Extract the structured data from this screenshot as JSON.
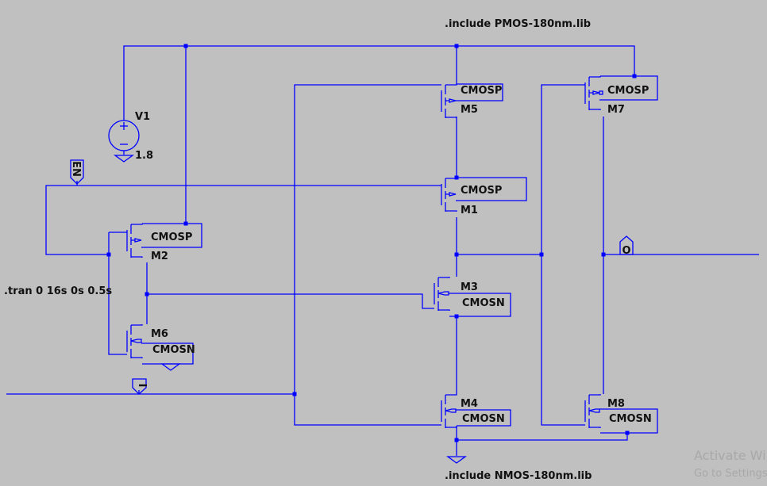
{
  "app": "LTspice schematic editor",
  "directives": {
    "pmos_include": ".include PMOS-180nm.lib",
    "nmos_include": ".include NMOS-180nm.lib",
    "tran": ".tran 0 16s 0s 0.5s"
  },
  "source": {
    "name": "V1",
    "value": "1.8"
  },
  "net_labels": {
    "enable": "EN",
    "input": "I",
    "output": "O"
  },
  "transistors": [
    {
      "name": "M1",
      "model": "CMOSP",
      "type": "pmos"
    },
    {
      "name": "M2",
      "model": "CMOSP",
      "type": "pmos"
    },
    {
      "name": "M3",
      "model": "CMOSN",
      "type": "nmos"
    },
    {
      "name": "M4",
      "model": "CMOSN",
      "type": "nmos"
    },
    {
      "name": "M5",
      "model": "CMOSP",
      "type": "pmos"
    },
    {
      "name": "M6",
      "model": "CMOSN",
      "type": "nmos"
    },
    {
      "name": "M7",
      "model": "CMOSP",
      "type": "pmos"
    },
    {
      "name": "M8",
      "model": "CMOSN",
      "type": "nmos"
    }
  ],
  "watermark": {
    "line1": "Activate Windows",
    "line2": "Go to Settings to activate Windows."
  },
  "colors": {
    "background": "#c0c0c0",
    "wire": "#0000ff",
    "text": "#111111"
  }
}
